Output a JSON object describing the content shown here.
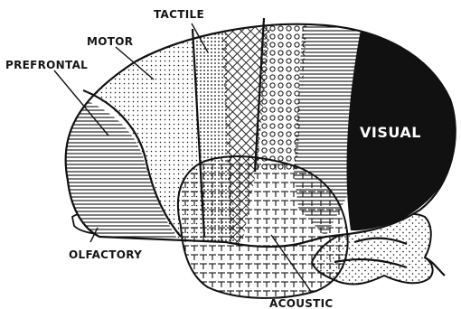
{
  "labels": {
    "tactile": "TACTILE",
    "motor": "MOTOR",
    "prefrontal": "PREFRONTAL",
    "visual": "VISUAL",
    "olfactory": "OLFACTORY",
    "acoustic": "ACOUSTIC"
  },
  "colors": {
    "ink": "#111111",
    "paper": "#ffffff"
  }
}
